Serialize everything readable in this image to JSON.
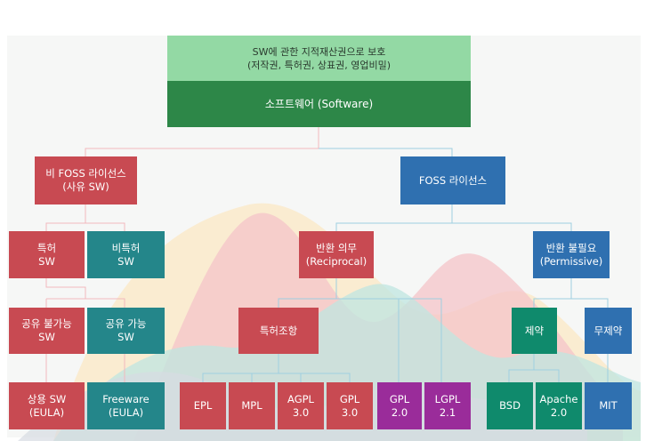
{
  "root": {
    "description_line1": "SW에 관한 지적재산권으로 보호",
    "description_line2": "(저작권, 특허권, 상표권, 영업비밀)",
    "title": "소프트웨어 (Software)"
  },
  "level1": {
    "non_foss": [
      "비 FOSS 라이선스",
      "(사유 SW)"
    ],
    "foss": "FOSS 라이선스"
  },
  "level2": {
    "patent": [
      "특허",
      "SW"
    ],
    "non_patent": [
      "비특허",
      "SW"
    ],
    "reciprocal": [
      "반환 의무",
      "(Reciprocal)"
    ],
    "permissive": [
      "반환 불필요",
      "(Permissive)"
    ]
  },
  "level3": {
    "not_shareable": [
      "공유 불가능",
      "SW"
    ],
    "shareable": [
      "공유 가능",
      "SW"
    ],
    "patent_clause": "특허조항",
    "restricted": "제약",
    "unrestricted": "무제약"
  },
  "leaves": {
    "commercial": [
      "상용 SW",
      "(EULA)"
    ],
    "freeware": [
      "Freeware",
      "(EULA)"
    ],
    "epl": "EPL",
    "mpl": "MPL",
    "agpl3": [
      "AGPL",
      "3.0"
    ],
    "gpl3": [
      "GPL",
      "3.0"
    ],
    "gpl2": [
      "GPL",
      "2.0"
    ],
    "lgpl21": [
      "LGPL",
      "2.1"
    ],
    "bsd": "BSD",
    "apache2": [
      "Apache",
      "2.0"
    ],
    "mit": "MIT"
  },
  "colors": {
    "red": "#c84a52",
    "teal": "#24868a",
    "blue": "#2f70b0",
    "purple": "#9a2c9a",
    "green": "#0f8a6c",
    "root_light": "#93d9a4",
    "root_dark": "#2d8748",
    "connector": "#9fcfe0"
  }
}
